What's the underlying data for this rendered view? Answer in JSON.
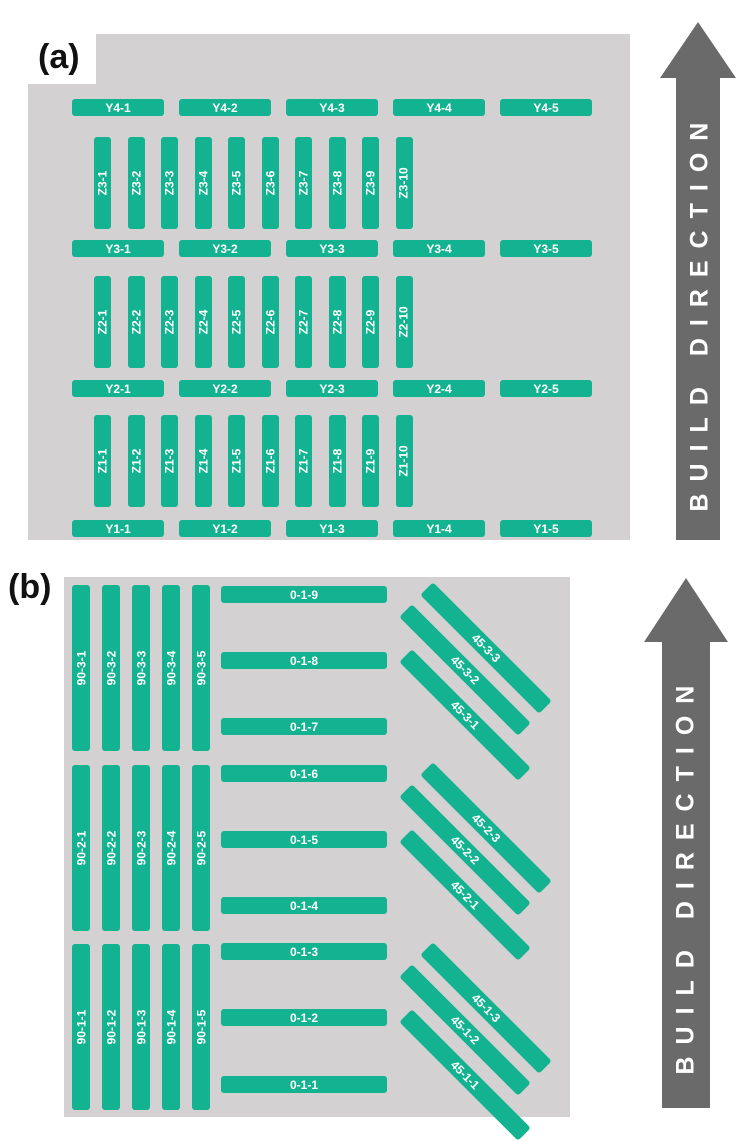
{
  "panel_a": {
    "label": "(a)",
    "y_rows": [
      [
        "Y4-1",
        "Y4-2",
        "Y4-3",
        "Y4-4",
        "Y4-5"
      ],
      [
        "Y3-1",
        "Y3-2",
        "Y3-3",
        "Y3-4",
        "Y3-5"
      ],
      [
        "Y2-1",
        "Y2-2",
        "Y2-3",
        "Y2-4",
        "Y2-5"
      ],
      [
        "Y1-1",
        "Y1-2",
        "Y1-3",
        "Y1-4",
        "Y1-5"
      ]
    ],
    "z_rows": [
      [
        "Z3-1",
        "Z3-2",
        "Z3-3",
        "Z3-4",
        "Z3-5",
        "Z3-6",
        "Z3-7",
        "Z3-8",
        "Z3-9",
        "Z3-10"
      ],
      [
        "Z2-1",
        "Z2-2",
        "Z2-3",
        "Z2-4",
        "Z2-5",
        "Z2-6",
        "Z2-7",
        "Z2-8",
        "Z2-9",
        "Z2-10"
      ],
      [
        "Z1-1",
        "Z1-2",
        "Z1-3",
        "Z1-4",
        "Z1-5",
        "Z1-6",
        "Z1-7",
        "Z1-8",
        "Z1-9",
        "Z1-10"
      ]
    ],
    "arrow_text": "BUILD DIRECTION"
  },
  "panel_b": {
    "label": "(b)",
    "v_groups": [
      [
        "90-3-1",
        "90-3-2",
        "90-3-3",
        "90-3-4",
        "90-3-5"
      ],
      [
        "90-2-1",
        "90-2-2",
        "90-2-3",
        "90-2-4",
        "90-2-5"
      ],
      [
        "90-1-1",
        "90-1-2",
        "90-1-3",
        "90-1-4",
        "90-1-5"
      ]
    ],
    "h_bars": [
      "0-1-9",
      "0-1-8",
      "0-1-7",
      "0-1-6",
      "0-1-5",
      "0-1-4",
      "0-1-3",
      "0-1-2",
      "0-1-1"
    ],
    "d_groups": [
      [
        "45-3-3",
        "45-3-2",
        "45-3-1"
      ],
      [
        "45-2-3",
        "45-2-2",
        "45-2-1"
      ],
      [
        "45-1-3",
        "45-1-2",
        "45-1-1"
      ]
    ],
    "arrow_text": "BUILD DIRECTION"
  },
  "colors": {
    "plate": "#d4d1d2",
    "bar": "#13b290",
    "arrow": "#6a6a6a"
  }
}
